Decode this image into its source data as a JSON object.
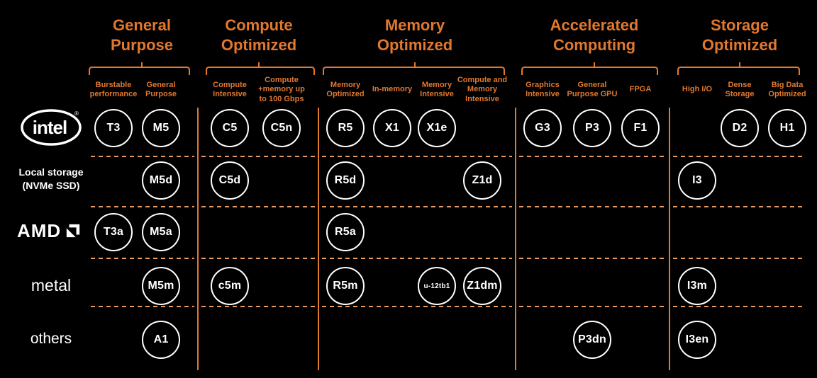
{
  "colors": {
    "background": "#000000",
    "accent_orange": "#E2782E",
    "dash_orange": "#E89A63",
    "circle_border": "#FFFFFF",
    "label_white": "#FFFFFF"
  },
  "categories": [
    {
      "label": "General Purpose",
      "subcolumns": [
        "Burstable performance",
        "General Purpose"
      ]
    },
    {
      "label": "Compute Optimized",
      "subcolumns": [
        "Compute Intensive",
        "Compute +memory up to 100 Gbps"
      ]
    },
    {
      "label": "Memory Optimized",
      "subcolumns": [
        "Memory Optimized",
        "In-memory",
        "Memory Intensive",
        "Compute and Memory Intensive"
      ]
    },
    {
      "label": "Accelerated Computing",
      "subcolumns": [
        "Graphics Intensive",
        "General Purpose GPU",
        "FPGA"
      ]
    },
    {
      "label": "Storage Optimized",
      "subcolumns": [
        "High I/O",
        "Dense Storage",
        "Big Data Optimized"
      ]
    }
  ],
  "rows": [
    {
      "id": "intel",
      "label": "intel"
    },
    {
      "id": "local-storage",
      "label": "Local storage (NVMe SSD)"
    },
    {
      "id": "amd",
      "label": "AMD"
    },
    {
      "id": "metal",
      "label": "metal"
    },
    {
      "id": "others",
      "label": "others"
    }
  ],
  "instances": [
    {
      "name": "T3",
      "row": 0,
      "cat": 0,
      "sub": 0
    },
    {
      "name": "M5",
      "row": 0,
      "cat": 0,
      "sub": 1
    },
    {
      "name": "C5",
      "row": 0,
      "cat": 1,
      "sub": 0
    },
    {
      "name": "C5n",
      "row": 0,
      "cat": 1,
      "sub": 1
    },
    {
      "name": "R5",
      "row": 0,
      "cat": 2,
      "sub": 0
    },
    {
      "name": "X1",
      "row": 0,
      "cat": 2,
      "sub": 1
    },
    {
      "name": "X1e",
      "row": 0,
      "cat": 2,
      "sub": 2
    },
    {
      "name": "G3",
      "row": 0,
      "cat": 3,
      "sub": 0
    },
    {
      "name": "P3",
      "row": 0,
      "cat": 3,
      "sub": 1
    },
    {
      "name": "F1",
      "row": 0,
      "cat": 3,
      "sub": 2
    },
    {
      "name": "D2",
      "row": 0,
      "cat": 4,
      "sub": 1
    },
    {
      "name": "H1",
      "row": 0,
      "cat": 4,
      "sub": 2
    },
    {
      "name": "M5d",
      "row": 1,
      "cat": 0,
      "sub": 1
    },
    {
      "name": "C5d",
      "row": 1,
      "cat": 1,
      "sub": 0
    },
    {
      "name": "R5d",
      "row": 1,
      "cat": 2,
      "sub": 0
    },
    {
      "name": "Z1d",
      "row": 1,
      "cat": 2,
      "sub": 3
    },
    {
      "name": "I3",
      "row": 1,
      "cat": 4,
      "sub": 0
    },
    {
      "name": "T3a",
      "row": 2,
      "cat": 0,
      "sub": 0
    },
    {
      "name": "M5a",
      "row": 2,
      "cat": 0,
      "sub": 1
    },
    {
      "name": "R5a",
      "row": 2,
      "cat": 2,
      "sub": 0
    },
    {
      "name": "M5m",
      "row": 3,
      "cat": 0,
      "sub": 1
    },
    {
      "name": "c5m",
      "row": 3,
      "cat": 1,
      "sub": 0
    },
    {
      "name": "R5m",
      "row": 3,
      "cat": 2,
      "sub": 0
    },
    {
      "name": "u-12tb1",
      "row": 3,
      "cat": 2,
      "sub": 2,
      "small": true
    },
    {
      "name": "Z1dm",
      "row": 3,
      "cat": 2,
      "sub": 3
    },
    {
      "name": "I3m",
      "row": 3,
      "cat": 4,
      "sub": 0
    },
    {
      "name": "A1",
      "row": 4,
      "cat": 0,
      "sub": 1
    },
    {
      "name": "P3dn",
      "row": 4,
      "cat": 3,
      "sub": 1
    },
    {
      "name": "I3en",
      "row": 4,
      "cat": 4,
      "sub": 0
    }
  ]
}
